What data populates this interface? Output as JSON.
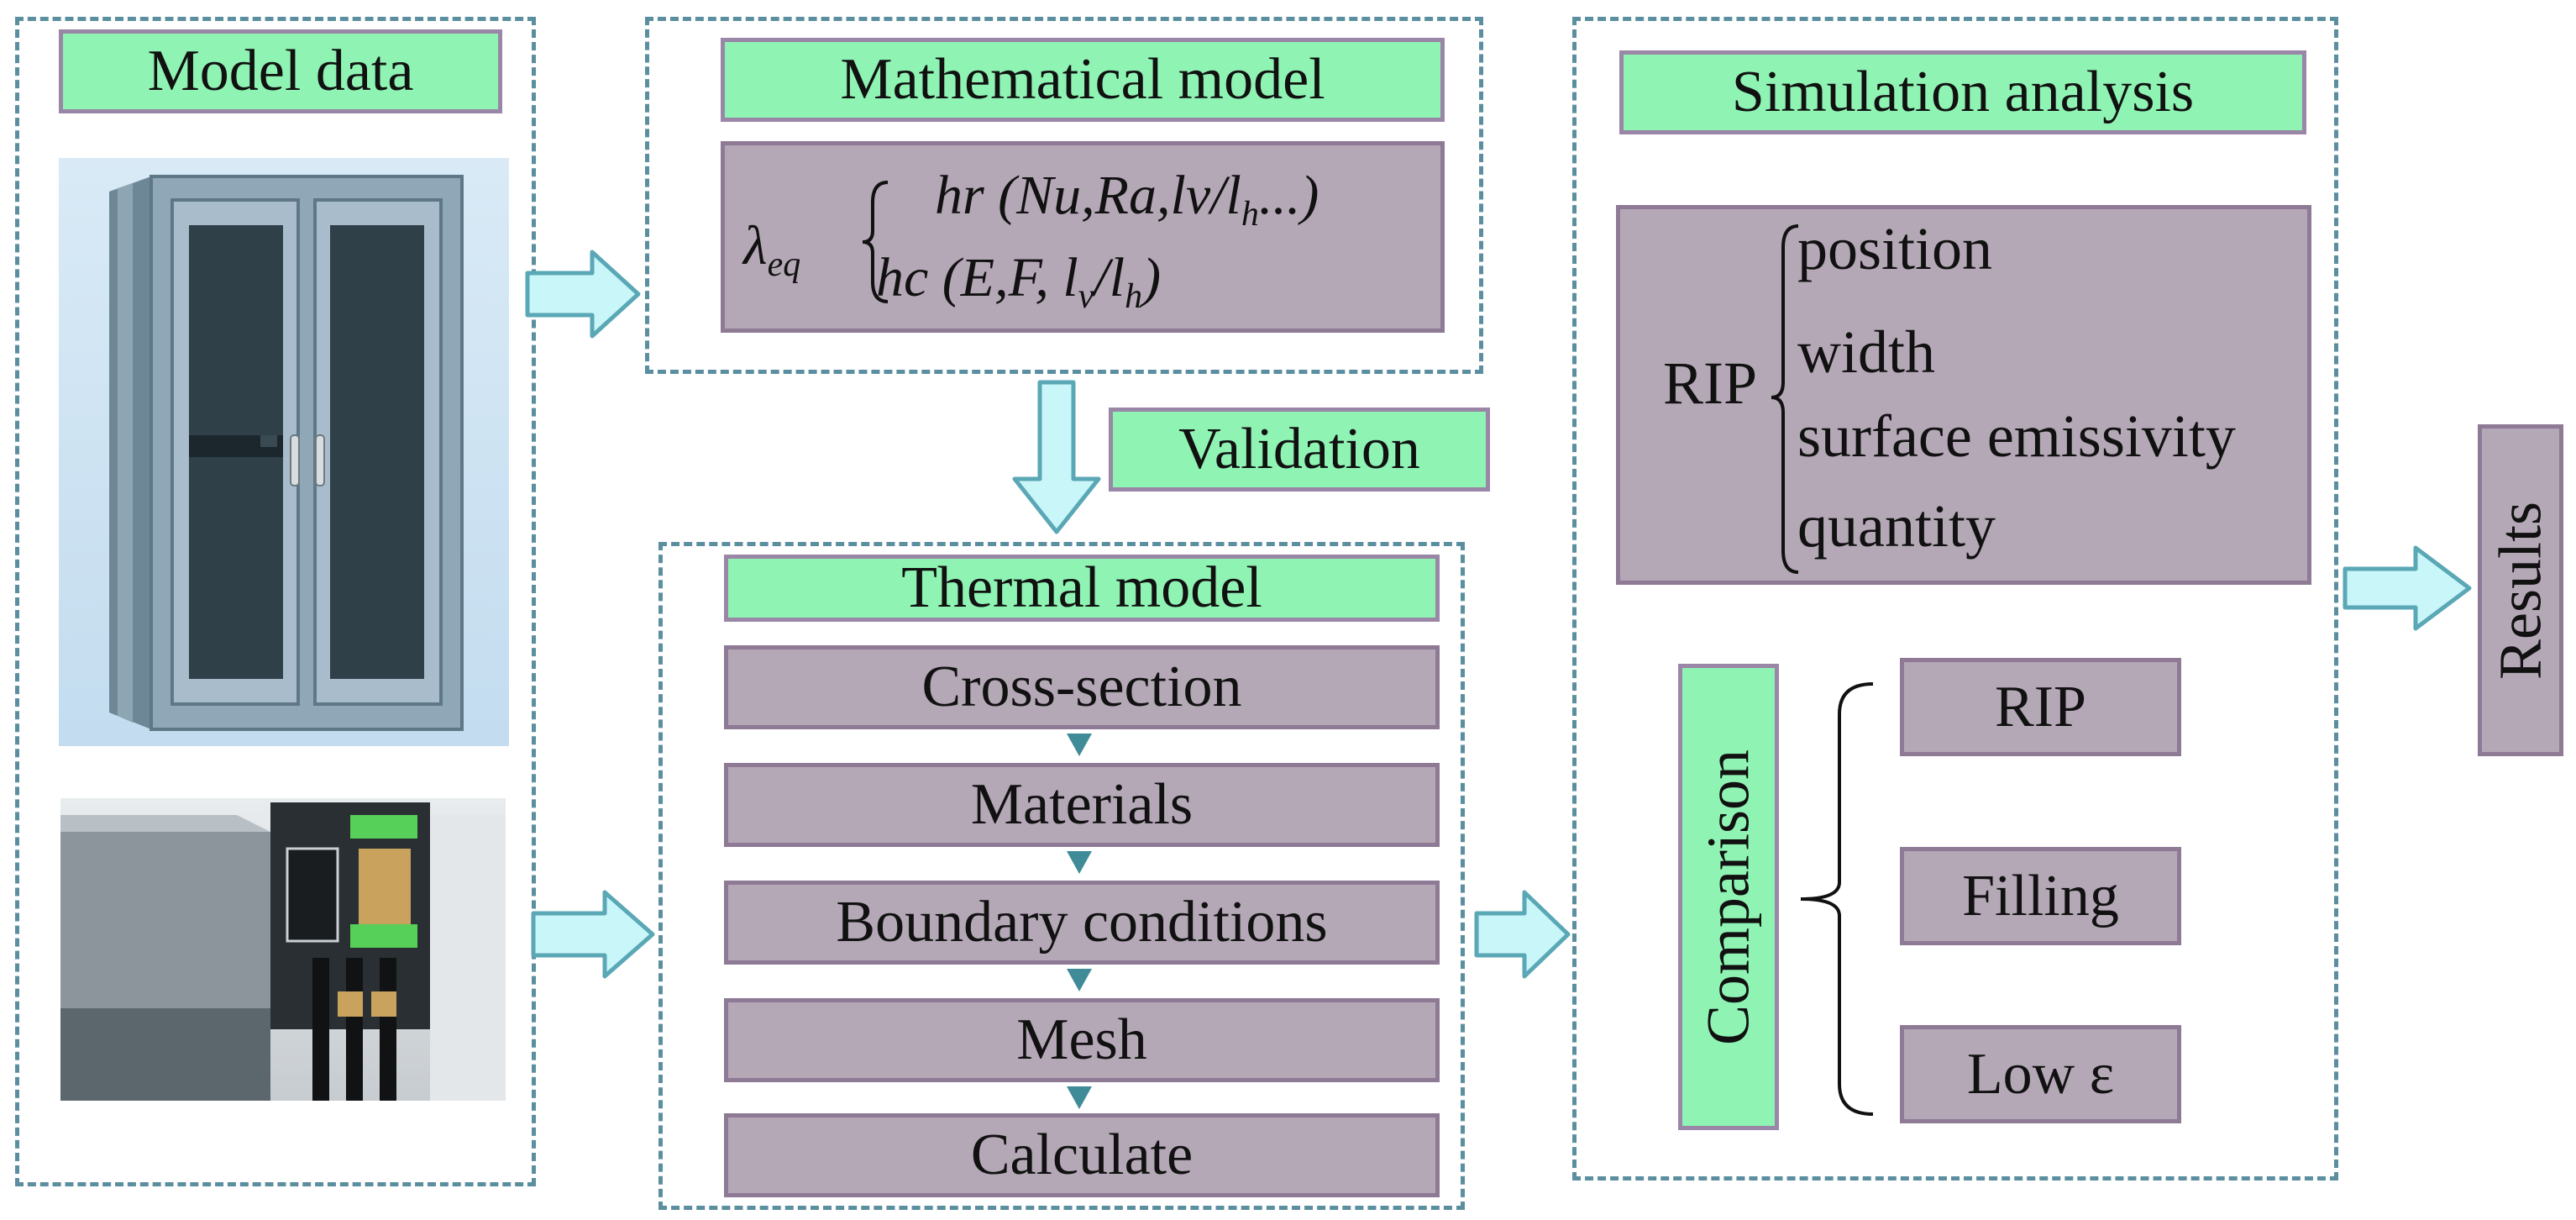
{
  "model_data": {
    "title": "Model data",
    "window_image": "window-photo",
    "profile_image": "profile-cross-section-photo"
  },
  "math_model": {
    "title": "Mathematical model",
    "lambda": "λ",
    "lambda_sub": "eq",
    "hr": "hr (Nu,Ra,lv/l",
    "hr_sub": "h",
    "hr_tail": "...)",
    "hc": "hc (E,F,  l",
    "hc_sub1": "v",
    "hc_mid": "/l",
    "hc_sub2": "h",
    "hc_tail": ")"
  },
  "validation_label": "Validation",
  "thermal_model": {
    "title": "Thermal model",
    "steps": [
      "Cross-section",
      "Materials",
      "Boundary conditions",
      "Mesh",
      "Calculate"
    ]
  },
  "simulation": {
    "title": "Simulation analysis",
    "rip_label": "RIP",
    "rip_items": [
      "position",
      "width",
      "surface emissivity",
      "quantity"
    ],
    "comparison_label": "Comparison",
    "comparison_items": [
      "RIP",
      "Filling",
      "Low ε"
    ]
  },
  "results_label": "Results",
  "colors": {
    "green_box": "#8ff3b3",
    "purple_box": "#b4a7b6",
    "dashed_border": "#5b8fa0",
    "arrow_fill": "#c9f6f8",
    "arrow_stroke": "#5aa7b6"
  }
}
